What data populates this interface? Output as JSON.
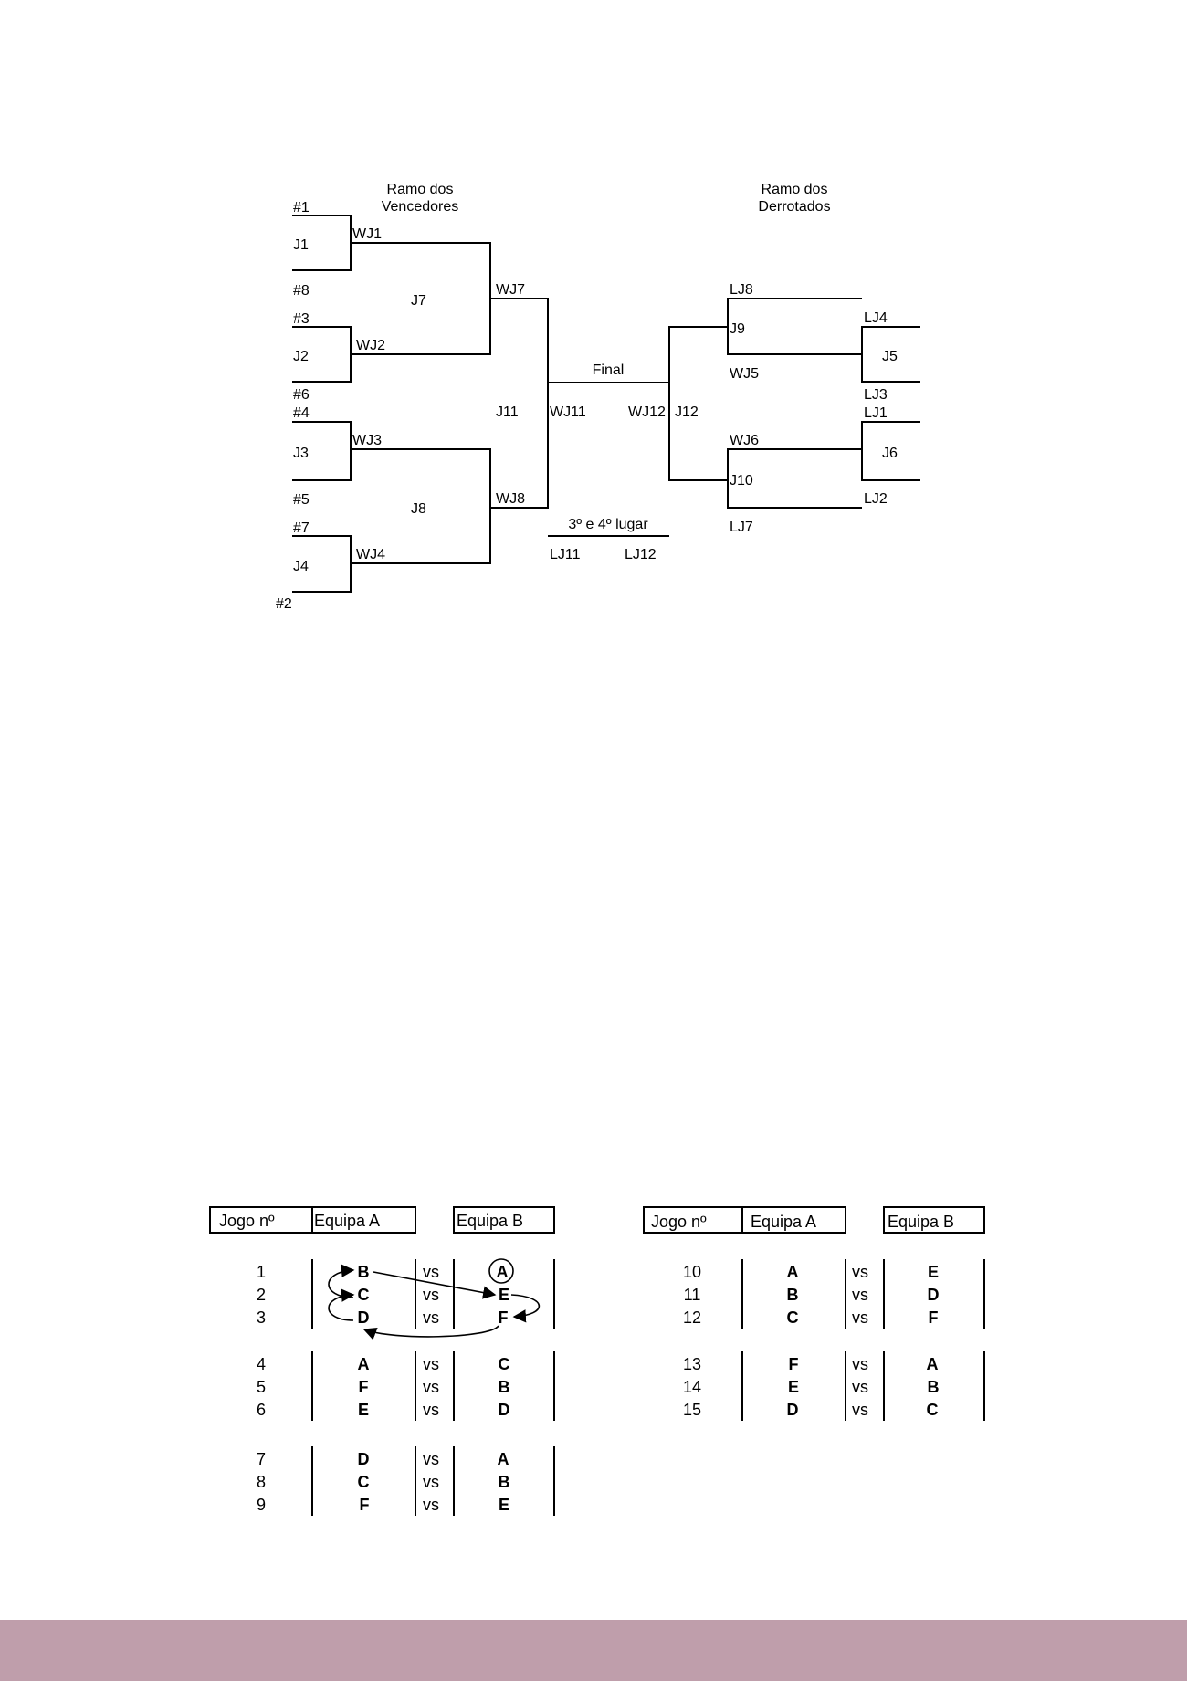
{
  "bracket": {
    "winners_title": [
      "Ramo dos",
      "Vencedores"
    ],
    "losers_title": [
      "Ramo dos",
      "Derrotados"
    ],
    "seeds": [
      "#1",
      "#8",
      "#3",
      "#6",
      "#4",
      "#5",
      "#7",
      "#2"
    ],
    "games": [
      "J1",
      "J2",
      "J3",
      "J4",
      "J5",
      "J6",
      "J7",
      "J8",
      "J9",
      "J10",
      "J11",
      "J12"
    ],
    "winners": [
      "WJ1",
      "WJ2",
      "WJ3",
      "WJ4",
      "WJ7",
      "WJ8",
      "WJ11",
      "WJ12",
      "WJ5",
      "WJ6"
    ],
    "losers": [
      "LJ8",
      "LJ4",
      "LJ3",
      "LJ1",
      "LJ2",
      "LJ7",
      "LJ11",
      "LJ12"
    ],
    "final_label": "Final",
    "third_place_label": "3º e 4º lugar"
  },
  "schedule": {
    "headers": {
      "game_no": "Jogo nº",
      "team_a": "Equipa A",
      "team_b": "Equipa B"
    },
    "vs": "vs",
    "rows": [
      {
        "n": "1",
        "a": "B",
        "b": "A"
      },
      {
        "n": "2",
        "a": "C",
        "b": "E"
      },
      {
        "n": "3",
        "a": "D",
        "b": "F"
      },
      {
        "n": "4",
        "a": "A",
        "b": "C"
      },
      {
        "n": "5",
        "a": "F",
        "b": "B"
      },
      {
        "n": "6",
        "a": "E",
        "b": "D"
      },
      {
        "n": "7",
        "a": "D",
        "b": "A"
      },
      {
        "n": "8",
        "a": "C",
        "b": "B"
      },
      {
        "n": "9",
        "a": "F",
        "b": "E"
      },
      {
        "n": "10",
        "a": "A",
        "b": "E"
      },
      {
        "n": "11",
        "a": "B",
        "b": "D"
      },
      {
        "n": "12",
        "a": "C",
        "b": "F"
      },
      {
        "n": "13",
        "a": "F",
        "b": "A"
      },
      {
        "n": "14",
        "a": "E",
        "b": "B"
      },
      {
        "n": "15",
        "a": "D",
        "b": "C"
      }
    ],
    "circled_team": "A"
  },
  "colors": {
    "footer": "#bf9eab",
    "line": "#000000"
  }
}
